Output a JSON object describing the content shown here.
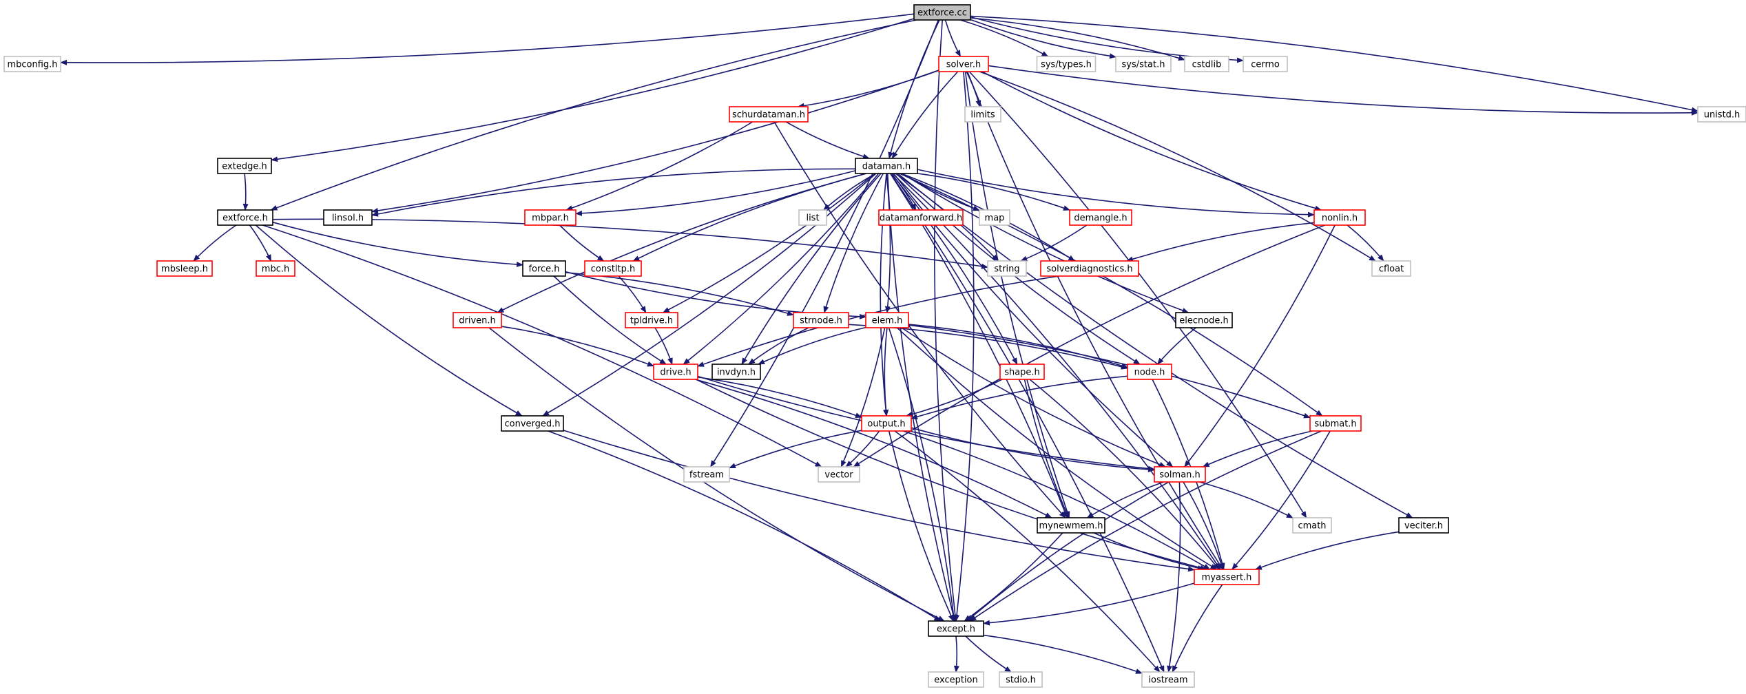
{
  "title": "extforce.cc",
  "colors": {
    "edge": "#191970",
    "root_fill": "#bfbfbf",
    "root_border": "#000000",
    "system_border": "#bfbfbf",
    "documented_border": "#000000",
    "truncated_border": "#ff0000"
  },
  "nodes": [
    {
      "id": "extforce_cc",
      "label": "extforce.cc",
      "kind": "root"
    },
    {
      "id": "mbconfig_h",
      "label": "mbconfig.h",
      "kind": "system"
    },
    {
      "id": "solver_h",
      "label": "solver.h",
      "kind": "truncated"
    },
    {
      "id": "sys_types_h",
      "label": "sys/types.h",
      "kind": "system"
    },
    {
      "id": "sys_stat_h",
      "label": "sys/stat.h",
      "kind": "system"
    },
    {
      "id": "cstdlib",
      "label": "cstdlib",
      "kind": "system"
    },
    {
      "id": "cerrno",
      "label": "cerrno",
      "kind": "system"
    },
    {
      "id": "limits",
      "label": "limits",
      "kind": "system"
    },
    {
      "id": "unistd_h",
      "label": "unistd.h",
      "kind": "system"
    },
    {
      "id": "schurdataman_h",
      "label": "schurdataman.h",
      "kind": "truncated"
    },
    {
      "id": "extedge_h",
      "label": "extedge.h",
      "kind": "documented"
    },
    {
      "id": "dataman_h",
      "label": "dataman.h",
      "kind": "documented"
    },
    {
      "id": "extforce_h",
      "label": "extforce.h",
      "kind": "documented"
    },
    {
      "id": "linsol_h",
      "label": "linsol.h",
      "kind": "documented"
    },
    {
      "id": "mbpar_h",
      "label": "mbpar.h",
      "kind": "truncated"
    },
    {
      "id": "list",
      "label": "list",
      "kind": "system"
    },
    {
      "id": "datamanforward_h",
      "label": "datamanforward.h",
      "kind": "truncated"
    },
    {
      "id": "map",
      "label": "map",
      "kind": "system"
    },
    {
      "id": "demangle_h",
      "label": "demangle.h",
      "kind": "truncated"
    },
    {
      "id": "nonlin_h",
      "label": "nonlin.h",
      "kind": "truncated"
    },
    {
      "id": "cfloat",
      "label": "cfloat",
      "kind": "system"
    },
    {
      "id": "mbsleep_h",
      "label": "mbsleep.h",
      "kind": "truncated"
    },
    {
      "id": "mbc_h",
      "label": "mbc.h",
      "kind": "truncated"
    },
    {
      "id": "string",
      "label": "string",
      "kind": "system"
    },
    {
      "id": "force_h",
      "label": "force.h",
      "kind": "documented"
    },
    {
      "id": "constltp_h",
      "label": "constltp.h",
      "kind": "truncated"
    },
    {
      "id": "solverdiagnostics_h",
      "label": "solverdiagnostics.h",
      "kind": "truncated"
    },
    {
      "id": "driven_h",
      "label": "driven.h",
      "kind": "truncated"
    },
    {
      "id": "tpldrive_h",
      "label": "tpldrive.h",
      "kind": "truncated"
    },
    {
      "id": "strnode_h",
      "label": "strnode.h",
      "kind": "truncated"
    },
    {
      "id": "elem_h",
      "label": "elem.h",
      "kind": "truncated"
    },
    {
      "id": "elecnode_h",
      "label": "elecnode.h",
      "kind": "documented"
    },
    {
      "id": "drive_h",
      "label": "drive.h",
      "kind": "truncated"
    },
    {
      "id": "invdyn_h",
      "label": "invdyn.h",
      "kind": "documented"
    },
    {
      "id": "shape_h",
      "label": "shape.h",
      "kind": "truncated"
    },
    {
      "id": "node_h",
      "label": "node.h",
      "kind": "truncated"
    },
    {
      "id": "converged_h",
      "label": "converged.h",
      "kind": "documented"
    },
    {
      "id": "output_h",
      "label": "output.h",
      "kind": "truncated"
    },
    {
      "id": "submat_h",
      "label": "submat.h",
      "kind": "truncated"
    },
    {
      "id": "fstream",
      "label": "fstream",
      "kind": "system"
    },
    {
      "id": "vector",
      "label": "vector",
      "kind": "system"
    },
    {
      "id": "solman_h",
      "label": "solman.h",
      "kind": "truncated"
    },
    {
      "id": "cmath",
      "label": "cmath",
      "kind": "system"
    },
    {
      "id": "mynewmem_h",
      "label": "mynewmem.h",
      "kind": "documented"
    },
    {
      "id": "veciter_h",
      "label": "veciter.h",
      "kind": "documented"
    },
    {
      "id": "myassert_h",
      "label": "myassert.h",
      "kind": "truncated"
    },
    {
      "id": "except_h",
      "label": "except.h",
      "kind": "documented"
    },
    {
      "id": "exception",
      "label": "exception",
      "kind": "system"
    },
    {
      "id": "stdio_h",
      "label": "stdio.h",
      "kind": "system"
    },
    {
      "id": "iostream",
      "label": "iostream",
      "kind": "system"
    }
  ],
  "edges": [
    [
      "extforce_cc",
      "mbconfig_h"
    ],
    [
      "extforce_cc",
      "solver_h"
    ],
    [
      "extforce_cc",
      "sys_types_h"
    ],
    [
      "extforce_cc",
      "sys_stat_h"
    ],
    [
      "extforce_cc",
      "cstdlib"
    ],
    [
      "extforce_cc",
      "cerrno"
    ],
    [
      "extforce_cc",
      "unistd_h"
    ],
    [
      "extforce_cc",
      "dataman_h"
    ],
    [
      "extforce_cc",
      "extedge_h"
    ],
    [
      "extforce_cc",
      "extforce_h"
    ],
    [
      "extforce_cc",
      "fstream"
    ],
    [
      "extforce_cc",
      "except_h"
    ],
    [
      "solver_h",
      "limits"
    ],
    [
      "solver_h",
      "unistd_h"
    ],
    [
      "solver_h",
      "schurdataman_h"
    ],
    [
      "solver_h",
      "dataman_h"
    ],
    [
      "solver_h",
      "linsol_h"
    ],
    [
      "solver_h",
      "nonlin_h"
    ],
    [
      "solver_h",
      "cfloat"
    ],
    [
      "solver_h",
      "mynewmem_h"
    ],
    [
      "solver_h",
      "cmath"
    ],
    [
      "solver_h",
      "myassert_h"
    ],
    [
      "solver_h",
      "except_h"
    ],
    [
      "schurdataman_h",
      "dataman_h"
    ],
    [
      "schurdataman_h",
      "mbpar_h"
    ],
    [
      "schurdataman_h",
      "mynewmem_h"
    ],
    [
      "extedge_h",
      "extforce_h"
    ],
    [
      "dataman_h",
      "linsol_h"
    ],
    [
      "dataman_h",
      "mbpar_h"
    ],
    [
      "dataman_h",
      "list"
    ],
    [
      "dataman_h",
      "datamanforward_h"
    ],
    [
      "dataman_h",
      "map"
    ],
    [
      "dataman_h",
      "demangle_h"
    ],
    [
      "dataman_h",
      "nonlin_h"
    ],
    [
      "dataman_h",
      "string"
    ],
    [
      "dataman_h",
      "constltp_h"
    ],
    [
      "dataman_h",
      "solverdiagnostics_h"
    ],
    [
      "dataman_h",
      "driven_h"
    ],
    [
      "dataman_h",
      "tpldrive_h"
    ],
    [
      "dataman_h",
      "strnode_h"
    ],
    [
      "dataman_h",
      "elem_h"
    ],
    [
      "dataman_h",
      "elecnode_h"
    ],
    [
      "dataman_h",
      "drive_h"
    ],
    [
      "dataman_h",
      "invdyn_h"
    ],
    [
      "dataman_h",
      "shape_h"
    ],
    [
      "dataman_h",
      "node_h"
    ],
    [
      "dataman_h",
      "converged_h"
    ],
    [
      "dataman_h",
      "output_h"
    ],
    [
      "dataman_h",
      "submat_h"
    ],
    [
      "dataman_h",
      "solman_h"
    ],
    [
      "dataman_h",
      "mynewmem_h"
    ],
    [
      "dataman_h",
      "veciter_h"
    ],
    [
      "dataman_h",
      "myassert_h"
    ],
    [
      "dataman_h",
      "except_h"
    ],
    [
      "dataman_h",
      "iostream"
    ],
    [
      "extforce_h",
      "mbsleep_h"
    ],
    [
      "extforce_h",
      "mbc_h"
    ],
    [
      "extforce_h",
      "force_h"
    ],
    [
      "extforce_h",
      "string"
    ],
    [
      "extforce_h",
      "converged_h"
    ],
    [
      "extforce_h",
      "vector"
    ],
    [
      "mbpar_h",
      "constltp_h"
    ],
    [
      "demangle_h",
      "string"
    ],
    [
      "nonlin_h",
      "solverdiagnostics_h"
    ],
    [
      "nonlin_h",
      "cfloat"
    ],
    [
      "nonlin_h",
      "vector"
    ],
    [
      "nonlin_h",
      "solman_h"
    ],
    [
      "force_h",
      "drive_h"
    ],
    [
      "force_h",
      "strnode_h"
    ],
    [
      "force_h",
      "elem_h"
    ],
    [
      "constltp_h",
      "tpldrive_h"
    ],
    [
      "solverdiagnostics_h",
      "drive_h"
    ],
    [
      "driven_h",
      "drive_h"
    ],
    [
      "driven_h",
      "except_h"
    ],
    [
      "tpldrive_h",
      "drive_h"
    ],
    [
      "strnode_h",
      "invdyn_h"
    ],
    [
      "strnode_h",
      "node_h"
    ],
    [
      "elem_h",
      "invdyn_h"
    ],
    [
      "elem_h",
      "node_h"
    ],
    [
      "elem_h",
      "output_h"
    ],
    [
      "elem_h",
      "vector"
    ],
    [
      "elem_h",
      "solman_h"
    ],
    [
      "elem_h",
      "submat_h"
    ],
    [
      "elem_h",
      "myassert_h"
    ],
    [
      "elem_h",
      "except_h"
    ],
    [
      "elecnode_h",
      "node_h"
    ],
    [
      "drive_h",
      "output_h"
    ],
    [
      "drive_h",
      "solman_h"
    ],
    [
      "drive_h",
      "mynewmem_h"
    ],
    [
      "drive_h",
      "myassert_h"
    ],
    [
      "shape_h",
      "output_h"
    ],
    [
      "shape_h",
      "mynewmem_h"
    ],
    [
      "shape_h",
      "myassert_h"
    ],
    [
      "node_h",
      "output_h"
    ],
    [
      "node_h",
      "myassert_h"
    ],
    [
      "converged_h",
      "myassert_h"
    ],
    [
      "converged_h",
      "except_h"
    ],
    [
      "output_h",
      "fstream"
    ],
    [
      "output_h",
      "vector"
    ],
    [
      "output_h",
      "solman_h"
    ],
    [
      "output_h",
      "myassert_h"
    ],
    [
      "output_h",
      "except_h"
    ],
    [
      "output_h",
      "iostream"
    ],
    [
      "submat_h",
      "solman_h"
    ],
    [
      "submat_h",
      "myassert_h"
    ],
    [
      "submat_h",
      "except_h"
    ],
    [
      "solman_h",
      "cmath"
    ],
    [
      "solman_h",
      "mynewmem_h"
    ],
    [
      "solman_h",
      "myassert_h"
    ],
    [
      "solman_h",
      "except_h"
    ],
    [
      "solman_h",
      "iostream"
    ],
    [
      "mynewmem_h",
      "myassert_h"
    ],
    [
      "mynewmem_h",
      "except_h"
    ],
    [
      "veciter_h",
      "myassert_h"
    ],
    [
      "myassert_h",
      "except_h"
    ],
    [
      "myassert_h",
      "iostream"
    ],
    [
      "except_h",
      "exception"
    ],
    [
      "except_h",
      "stdio_h"
    ],
    [
      "except_h",
      "iostream"
    ]
  ]
}
